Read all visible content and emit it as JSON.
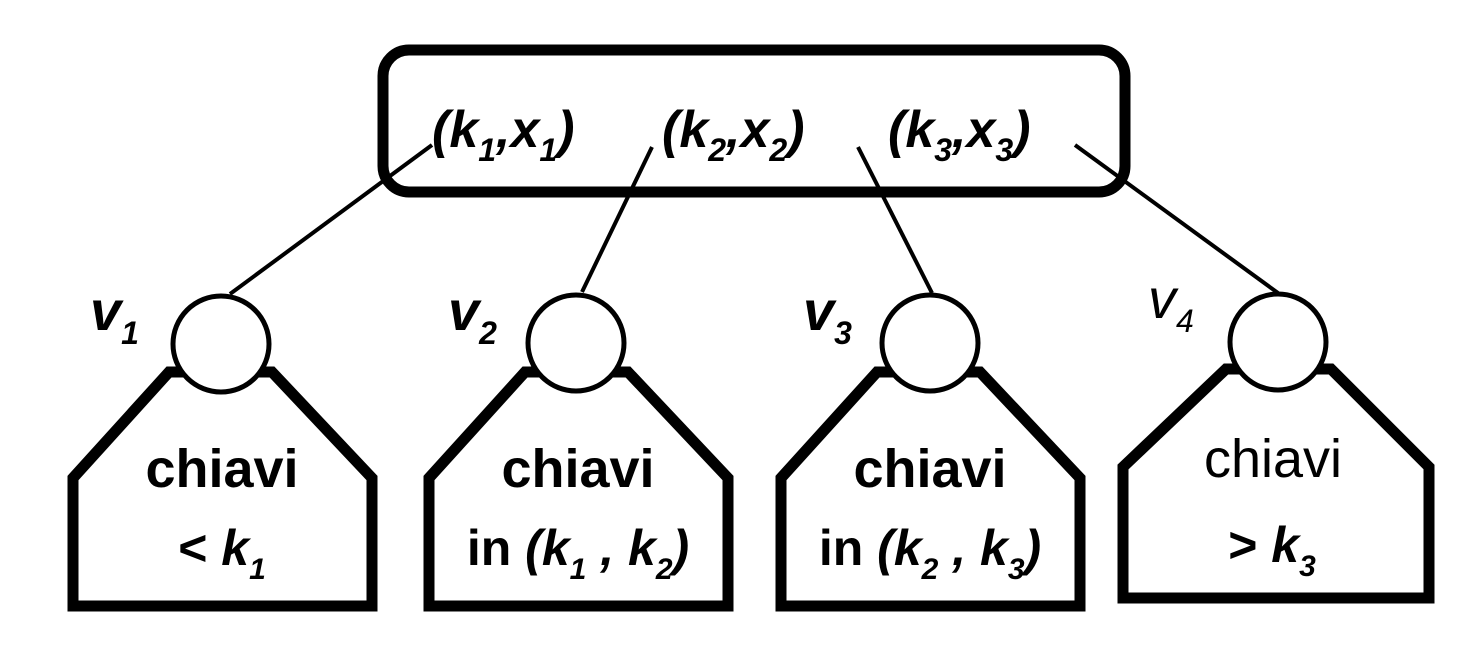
{
  "root": {
    "pairs": [
      {
        "k": "k",
        "k_sub": "1",
        "x": "x",
        "x_sub": "1"
      },
      {
        "k": "k",
        "k_sub": "2",
        "x": "x",
        "x_sub": "2"
      },
      {
        "k": "k",
        "k_sub": "3",
        "x": "x",
        "x_sub": "3"
      }
    ]
  },
  "children": [
    {
      "v": "v",
      "v_sub": "1",
      "line1": "chiavi",
      "line2_prefix": "< ",
      "line2_a": "k",
      "line2_a_sub": "1"
    },
    {
      "v": "v",
      "v_sub": "2",
      "line1": "chiavi",
      "line2_prefix": "in ",
      "line2_a": "k",
      "line2_a_sub": "1",
      "line2_b": "k",
      "line2_b_sub": "2"
    },
    {
      "v": "v",
      "v_sub": "3",
      "line1": "chiavi",
      "line2_prefix": "in ",
      "line2_a": "k",
      "line2_a_sub": "2",
      "line2_b": "k",
      "line2_b_sub": "3"
    },
    {
      "v": "v",
      "v_sub": "4",
      "line1": "chiavi",
      "line2_prefix": "> ",
      "line2_a": "k",
      "line2_a_sub": "3"
    }
  ],
  "punct": {
    "open": "(",
    "close": ")",
    "comma": ",",
    "comma_sp": " , "
  }
}
